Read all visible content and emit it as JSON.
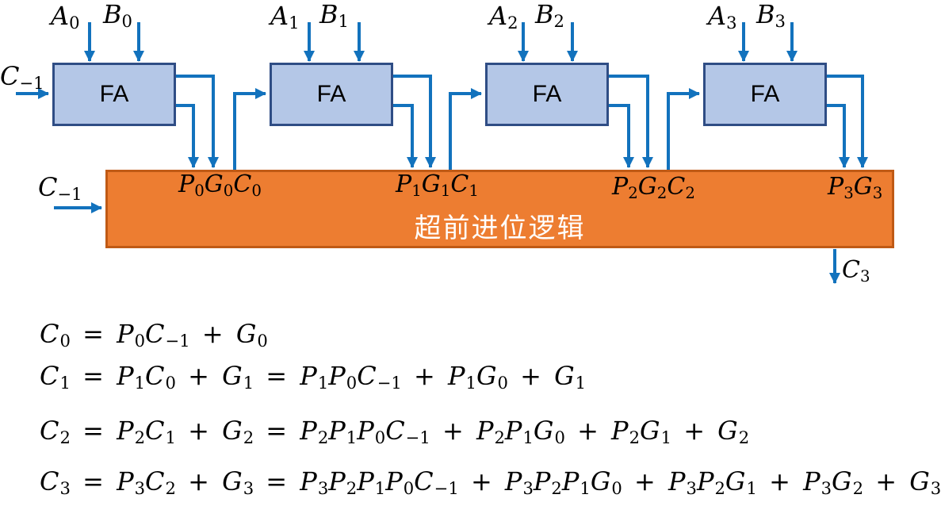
{
  "diagram": {
    "fa_block_label": "FA",
    "carry_lookahead_label": "超前进位逻辑",
    "carry_in_top_label": "C₋₁",
    "carry_in_bottom_label": "C₋₁",
    "carry_out_label": "C₃",
    "stages": [
      {
        "input_a": "A₀",
        "input_b": "B₀",
        "pgc_label": "P₀G₀C₀"
      },
      {
        "input_a": "A₁",
        "input_b": "B₁",
        "pgc_label": "P₁G₁C₁"
      },
      {
        "input_a": "A₂",
        "input_b": "B₂",
        "pgc_label": "P₂G₂C₂"
      },
      {
        "input_a": "A₃",
        "input_b": "B₃",
        "pgc_label": "P₃G₃"
      }
    ],
    "colors": {
      "wire_blue": "#1272bd",
      "fa_fill": "#b4c7e7",
      "fa_border": "#2f4d85",
      "clb_fill": "#ed7d31",
      "clb_border": "#c05a15",
      "clb_text": "#ffffff"
    }
  },
  "equations": [
    "C₀ = P₀C₋₁ + G₀",
    "C₁ = P₁C₀ + G₁ = P₁P₀C₋₁ + P₁G₀ + G₁",
    "C₂ = P₂C₁ + G₂ = P₂P₁P₀C₋₁ + P₂P₁G₀ + P₂G₁ + G₂",
    "C₃ = P₃C₂ + G₃ = P₃P₂P₁P₀C₋₁ + P₃P₂P₁G₀ + P₃P₂G₁ + P₃G₂ + G₃"
  ]
}
